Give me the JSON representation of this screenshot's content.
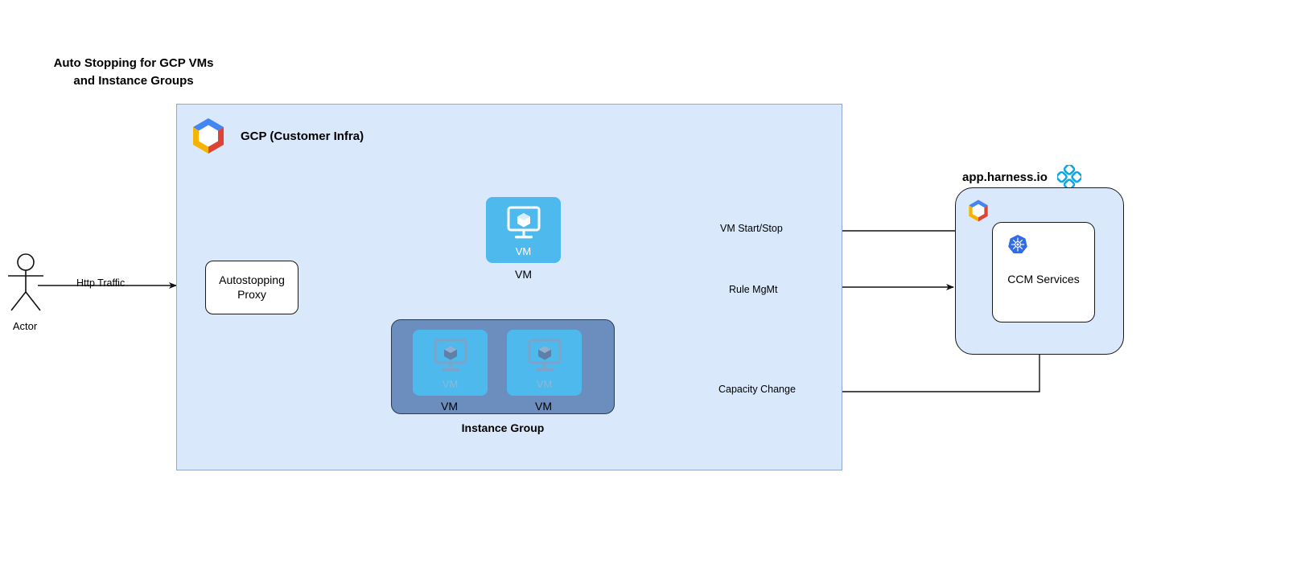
{
  "title": "Auto Stopping for GCP VMs\nand Instance Groups",
  "actor": {
    "label": "Actor",
    "icon": "stick-figure-actor-icon"
  },
  "gcp_panel": {
    "label": "GCP (Customer Infra)",
    "logo_icon": "gcp-hexagon-logo-icon",
    "background": "#dae8fc",
    "border": "#8ea8d0"
  },
  "proxy": {
    "label": "Autostopping\nProxy"
  },
  "vm": {
    "inner_label": "VM",
    "outer_label": "VM",
    "icon": "vm-monitor-cube-icon",
    "color": "#4eb9ec"
  },
  "instance_group": {
    "title": "Instance Group",
    "container_color": "#6c8ebf",
    "vms": [
      {
        "inner_label": "VM",
        "outer_label": "VM",
        "icon": "vm-monitor-cube-icon"
      },
      {
        "inner_label": "VM",
        "outer_label": "VM",
        "icon": "vm-monitor-cube-icon"
      }
    ]
  },
  "harness": {
    "header_label": "app.harness.io",
    "logo_icon": "harness-diamond-logo-icon",
    "gcp_logo_icon": "gcp-hexagon-logo-icon",
    "ccm": {
      "label": "CCM Services",
      "icon": "kubernetes-helm-icon"
    },
    "accent": "#0ba7e5",
    "background": "#dae8fc"
  },
  "edges": [
    {
      "name": "http-traffic",
      "label": "Http Traffic"
    },
    {
      "name": "vm-start-stop",
      "label": "VM Start/Stop"
    },
    {
      "name": "rule-mgmt",
      "label": "Rule MgMt"
    },
    {
      "name": "capacity-change",
      "label": "Capacity Change"
    }
  ]
}
